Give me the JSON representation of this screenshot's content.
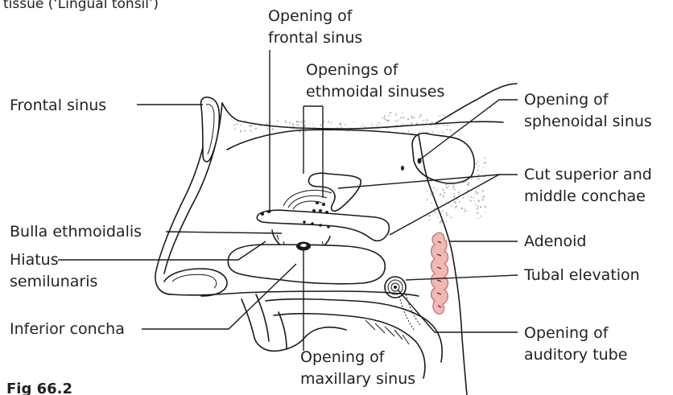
{
  "labels": {
    "top_fragment": "tissue (‘Lingual tonsil’)",
    "opening_frontal_1": "Opening of",
    "opening_frontal_2": "frontal sinus",
    "openings_ethmoidal_1": "Openings of",
    "openings_ethmoidal_2": "ethmoidal sinuses",
    "frontal_sinus": "Frontal sinus",
    "opening_sphenoidal_1": "Opening of",
    "opening_sphenoidal_2": "sphenoidal sinus",
    "cut_conchae_1": "Cut superior and",
    "cut_conchae_2": "middle conchae",
    "bulla_ethmoidalis": "Bulla ethmoidalis",
    "hiatus_1": "Hiatus",
    "hiatus_2": "semilunaris",
    "adenoid": "Adenoid",
    "tubal_elevation": "Tubal elevation",
    "inferior_concha": "Inferior concha",
    "opening_auditory_1": "Opening of",
    "opening_auditory_2": "auditory tube",
    "opening_maxillary_1": "Opening of",
    "opening_maxillary_2": "maxillary sinus",
    "figure_caption": "Fig 66.2"
  },
  "colors": {
    "adenoid_fill": "#f2b8b3",
    "adenoid_stroke": "#c97a72",
    "concha_fill": "#c9c9c9",
    "bone_stipple": "#b5b5b5",
    "line": "#1a1a1a"
  }
}
